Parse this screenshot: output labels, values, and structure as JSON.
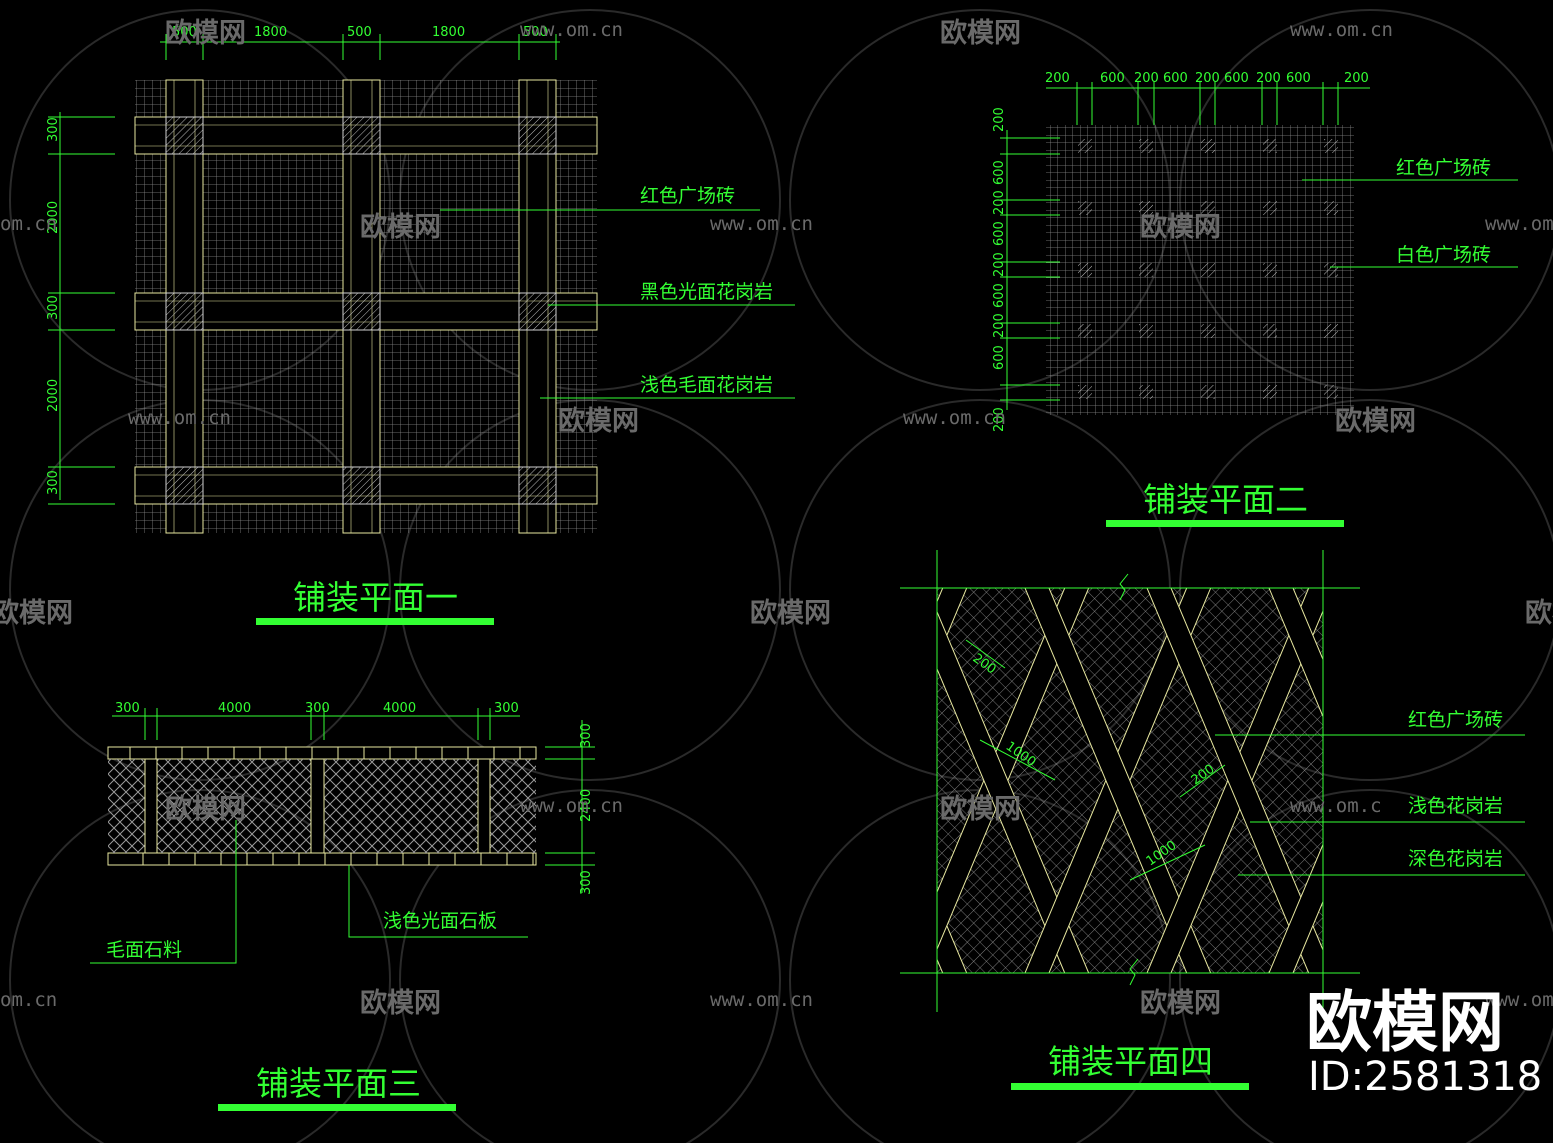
{
  "colors": {
    "line": "#33ff33",
    "grid": "#8a8a8a",
    "paver": "#e8e8a0",
    "dark": "#000000",
    "watermark": "#6a6a6a"
  },
  "watermark": {
    "name": "欧模网",
    "url": "www.om.cn",
    "url_partial_left": "om.cn",
    "url_partial_right": "www.om.c",
    "name_partial": "欧模网"
  },
  "brand": {
    "logo": "欧模网",
    "id": "ID:2581318"
  },
  "plan1": {
    "title": "铺装平面一",
    "top_dims": [
      "500",
      "1800",
      "500",
      "1800",
      "500"
    ],
    "left_dims": [
      "300",
      "2000",
      "300",
      "2000",
      "300"
    ],
    "labels": [
      "红色广场砖",
      "黑色光面花岗岩",
      "浅色毛面花岗岩"
    ]
  },
  "plan2": {
    "title": "铺装平面二",
    "top_dims": [
      "200",
      "600",
      "200",
      "600",
      "200",
      "600",
      "200",
      "600",
      "200"
    ],
    "left_dims": [
      "200",
      "600",
      "200",
      "600",
      "200",
      "600",
      "200",
      "600",
      "200"
    ],
    "labels": [
      "红色广场砖",
      "白色广场砖"
    ]
  },
  "plan3": {
    "title": "铺装平面三",
    "top_dims": [
      "300",
      "4000",
      "300",
      "4000",
      "300"
    ],
    "right_dims": [
      "300",
      "2400",
      "300"
    ],
    "labels": [
      "毛面石料",
      "浅色光面石板"
    ]
  },
  "plan4": {
    "title": "铺装平面四",
    "dims": [
      "200",
      "1000",
      "200",
      "1000"
    ],
    "labels": [
      "红色广场砖",
      "浅色花岗岩",
      "深色花岗岩"
    ]
  }
}
